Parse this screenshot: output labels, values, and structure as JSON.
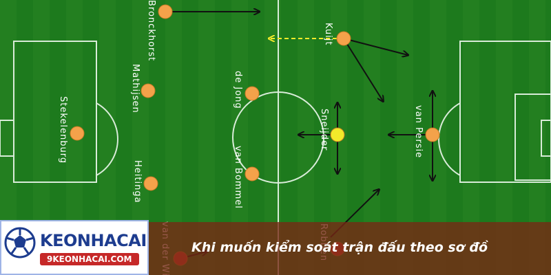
{
  "players": [
    {
      "id": "bronckhorst",
      "label": "Bronckhorst",
      "dot": "orange"
    },
    {
      "id": "mathijsen",
      "label": "Mathijsen",
      "dot": "orange"
    },
    {
      "id": "stekelenburg",
      "label": "Stekelenburg",
      "dot": "orange"
    },
    {
      "id": "heitinga",
      "label": "Heitinga",
      "dot": "orange"
    },
    {
      "id": "de-jong",
      "label": "de Jong",
      "dot": "orange"
    },
    {
      "id": "van-bommel",
      "label": "van Bommel",
      "dot": "orange"
    },
    {
      "id": "kuijt",
      "label": "Kuijt",
      "dot": "orange"
    },
    {
      "id": "sneijder",
      "label": "Sneijder",
      "dot": "yellow"
    },
    {
      "id": "van-persie",
      "label": "van Persie",
      "dot": "orange"
    },
    {
      "id": "van-der-wiel",
      "label": "van der Wiel",
      "dot": "red"
    },
    {
      "id": "robben",
      "label": "Robben",
      "dot": "red"
    }
  ],
  "colors": {
    "pitch": "#1f7f1f",
    "lines": "#d9ecd9",
    "dot_orange": "#f4a24a",
    "dot_yellow": "#f2ea2a",
    "dot_red": "#e0402e",
    "arrow": "#111111",
    "pass_arrow": "#f2ea2a",
    "caption_bar": "#782814",
    "logo_text": "#1d3c8f",
    "logo_badge": "#c62828"
  },
  "logo": {
    "name": "KEONHACAI",
    "domain": "9KEONHACAI.COM",
    "icon": "soccer-ball-icon"
  },
  "caption": "Khi muốn kiểm soát trận đấu theo sơ đồ"
}
